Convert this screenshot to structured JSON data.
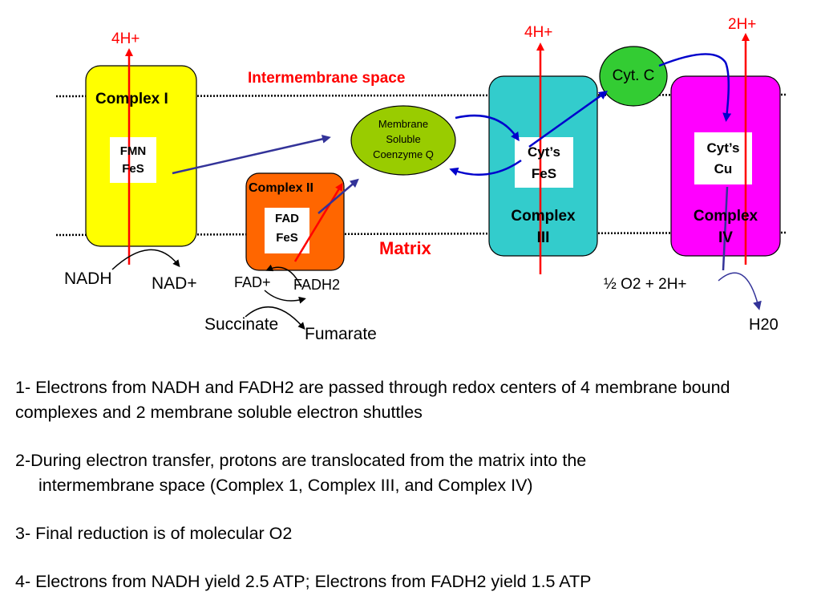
{
  "regions": {
    "intermembrane": "Intermembrane space",
    "matrix": "Matrix"
  },
  "protons": {
    "c1": "4H+",
    "c3": "4H+",
    "c4": "2H+"
  },
  "complex1": {
    "title": "Complex I",
    "centers": [
      "FMN",
      "FeS"
    ]
  },
  "complex2": {
    "title": "Complex II",
    "centers": [
      "FAD",
      "FeS"
    ]
  },
  "complex3": {
    "title": [
      "Complex",
      "III"
    ],
    "centers": [
      "Cyt’s",
      "FeS"
    ]
  },
  "complex4": {
    "title": [
      "Complex",
      "IV"
    ],
    "centers": [
      "Cyt’s",
      "Cu"
    ]
  },
  "coq": [
    "Membrane",
    "Soluble",
    "Coenzyme Q"
  ],
  "cytc": "Cyt. C",
  "substrates": {
    "nadh": "NADH",
    "nad": "NAD+",
    "fad": "FAD+",
    "fadh2": "FADH2",
    "succinate": "Succinate",
    "fumarate": "Fumarate",
    "o2": "½ O2 + 2H+",
    "h2o": "H20"
  },
  "notes": [
    "1- Electrons from NADH and FADH2 are passed through redox centers of 4 membrane bound complexes and 2 membrane soluble electron shuttles",
    "2-During electron transfer, protons are translocated from the matrix into the",
    "intermembrane space (Complex 1, Complex III, and Complex IV)",
    "3- Final reduction is of molecular O2",
    "4- Electrons from NADH yield 2.5 ATP; Electrons from FADH2 yield 1.5 ATP"
  ],
  "colors": {
    "complex1": "#ffff00",
    "complex2": "#ff6600",
    "complex3": "#33cccc",
    "complex4": "#ff00ff",
    "coq": "#99cc00",
    "cytc": "#33cc33",
    "proton_arrow": "#ff0000",
    "electron_arrow": "#0000cc",
    "label_red": "#ff0000"
  }
}
